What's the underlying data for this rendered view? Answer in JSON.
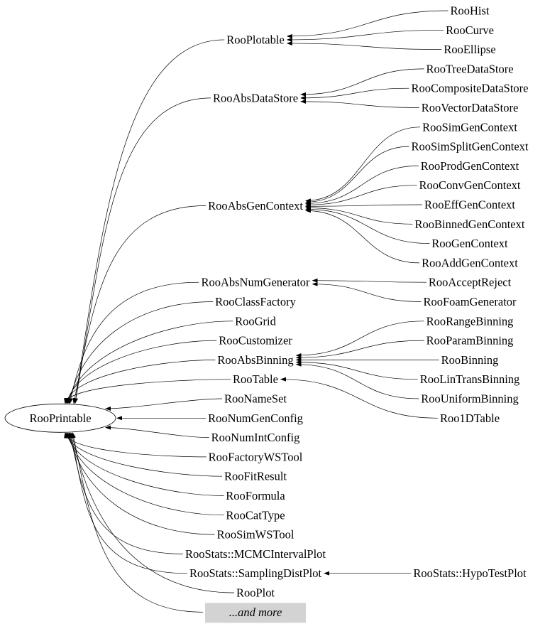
{
  "root": {
    "label": "RooPrintable"
  },
  "more_box_color": "#d3d3d3",
  "children": [
    {
      "label": "RooPlotable",
      "subclasses": [
        "RooHist",
        "RooCurve",
        "RooEllipse"
      ]
    },
    {
      "label": "RooAbsDataStore",
      "subclasses": [
        "RooTreeDataStore",
        "RooCompositeDataStore",
        "RooVectorDataStore"
      ]
    },
    {
      "label": "RooAbsGenContext",
      "subclasses": [
        "RooSimGenContext",
        "RooSimSplitGenContext",
        "RooProdGenContext",
        "RooConvGenContext",
        "RooEffGenContext",
        "RooBinnedGenContext",
        "RooGenContext",
        "RooAddGenContext"
      ]
    },
    {
      "label": "RooAbsNumGenerator",
      "subclasses": [
        "RooAcceptReject",
        "RooFoamGenerator"
      ]
    },
    {
      "label": "RooClassFactory",
      "subclasses": []
    },
    {
      "label": "RooGrid",
      "subclasses": []
    },
    {
      "label": "RooCustomizer",
      "subclasses": []
    },
    {
      "label": "RooAbsBinning",
      "subclasses": [
        "RooRangeBinning",
        "RooParamBinning",
        "RooBinning",
        "RooLinTransBinning",
        "RooUniformBinning"
      ]
    },
    {
      "label": "RooTable",
      "subclasses": [
        "Roo1DTable"
      ]
    },
    {
      "label": "RooNameSet",
      "subclasses": []
    },
    {
      "label": "RooNumGenConfig",
      "subclasses": []
    },
    {
      "label": "RooNumIntConfig",
      "subclasses": []
    },
    {
      "label": "RooFactoryWSTool",
      "subclasses": []
    },
    {
      "label": "RooFitResult",
      "subclasses": []
    },
    {
      "label": "RooFormula",
      "subclasses": []
    },
    {
      "label": "RooCatType",
      "subclasses": []
    },
    {
      "label": "RooSimWSTool",
      "subclasses": []
    },
    {
      "label": "RooStats::MCMCIntervalPlot",
      "subclasses": []
    },
    {
      "label": "RooStats::SamplingDistPlot",
      "subclasses": [
        "RooStats::HypoTestPlot"
      ]
    },
    {
      "label": "RooPlot",
      "subclasses": []
    },
    {
      "label": "...and more",
      "subclasses": [],
      "more": true
    }
  ]
}
